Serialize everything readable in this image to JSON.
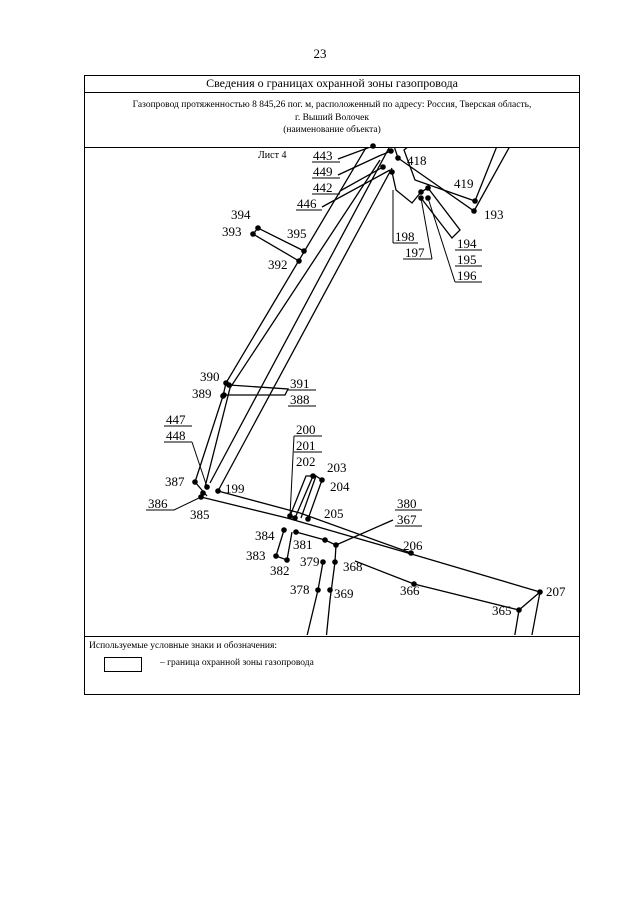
{
  "page_number": "23",
  "header": {
    "title": "Сведения о границах охранной зоны газопровода",
    "object_line1": "Газопровод протяженностью 8 845,26 пог. м, расположенный по адресу: Россия, Тверская область,",
    "object_line2": "г. Выший Волочек",
    "object_caption": "(наименование объекта)"
  },
  "sheet_label": "Лист 4",
  "legend": {
    "title": "Используемые условные знаки и обозначения:",
    "item_text": "– граница охранной зоны газопровода"
  },
  "point_labels": {
    "p443": "443",
    "p449": "449",
    "p442": "442",
    "p446": "446",
    "p418": "418",
    "p419": "419",
    "p193": "193",
    "p198": "198",
    "p197": "197",
    "p194": "194",
    "p195": "195",
    "p196": "196",
    "p394": "394",
    "p393": "393",
    "p395": "395",
    "p392": "392",
    "p390": "390",
    "p389": "389",
    "p391": "391",
    "p388": "388",
    "p447": "447",
    "p448": "448",
    "p200": "200",
    "p201": "201",
    "p202": "202",
    "p203": "203",
    "p204": "204",
    "p387": "387",
    "p199": "199",
    "p386": "386",
    "p385": "385",
    "p205": "205",
    "p380": "380",
    "p367": "367",
    "p384": "384",
    "p381": "381",
    "p206": "206",
    "p383": "383",
    "p379": "379",
    "p368": "368",
    "p382": "382",
    "p366": "366",
    "p378": "378",
    "p369": "369",
    "p207": "207",
    "p365": "365"
  }
}
